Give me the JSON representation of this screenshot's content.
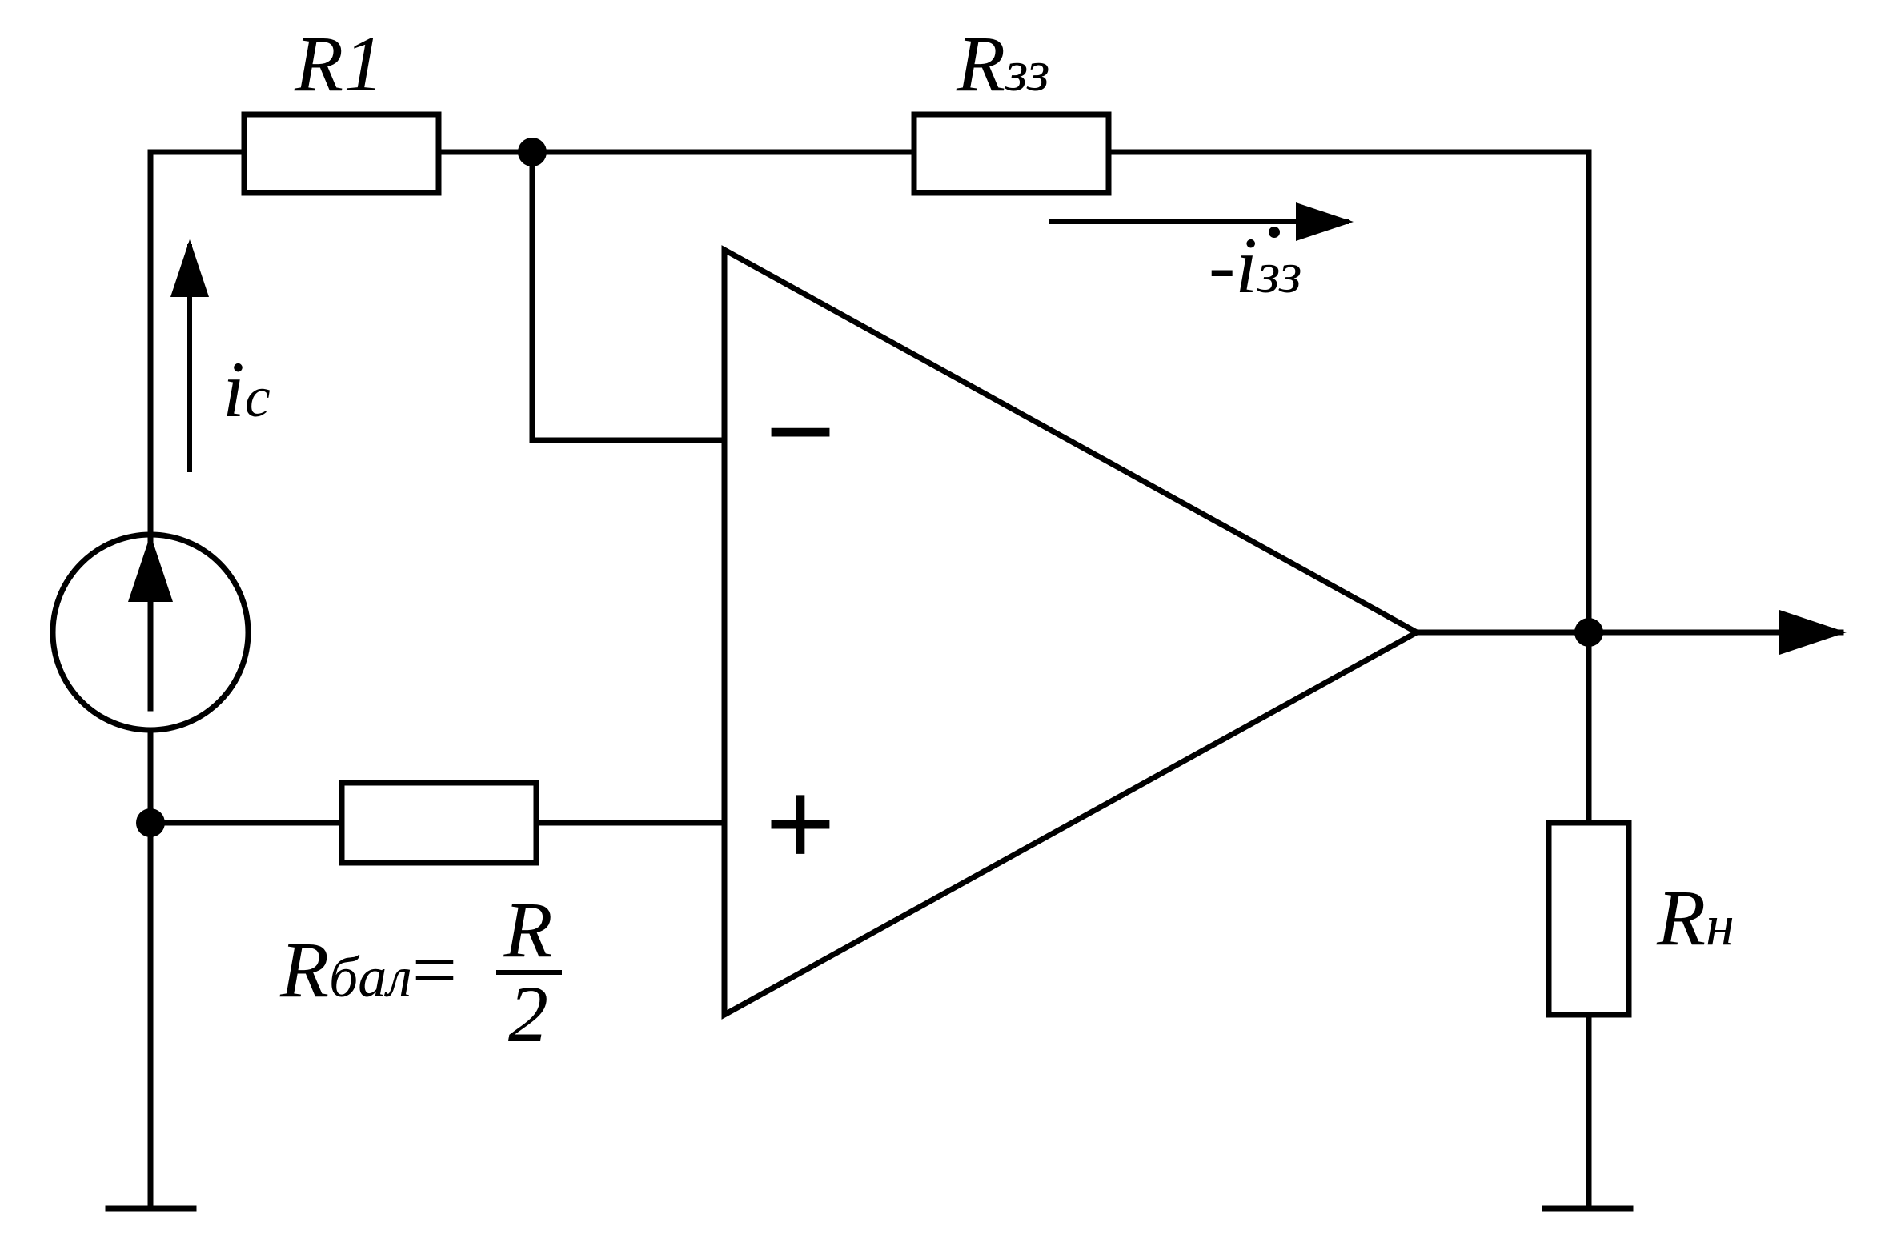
{
  "labels": {
    "r1": "R1",
    "r_fb_main": "R",
    "r_fb_sub": "зз",
    "ic_main": "i",
    "ic_sub": "c",
    "ifb_main": "-i",
    "ifb_sub": "зз",
    "rbal_main": "R",
    "rbal_sub": "бал",
    "rbal_eq": "=",
    "rbal_num": "R",
    "rbal_den": "2",
    "rload_main": "R",
    "rload_sub": "н",
    "inv_input": "−",
    "noninv_input": "+"
  },
  "colors": {
    "ink": "#000000",
    "background": "#ffffff"
  }
}
